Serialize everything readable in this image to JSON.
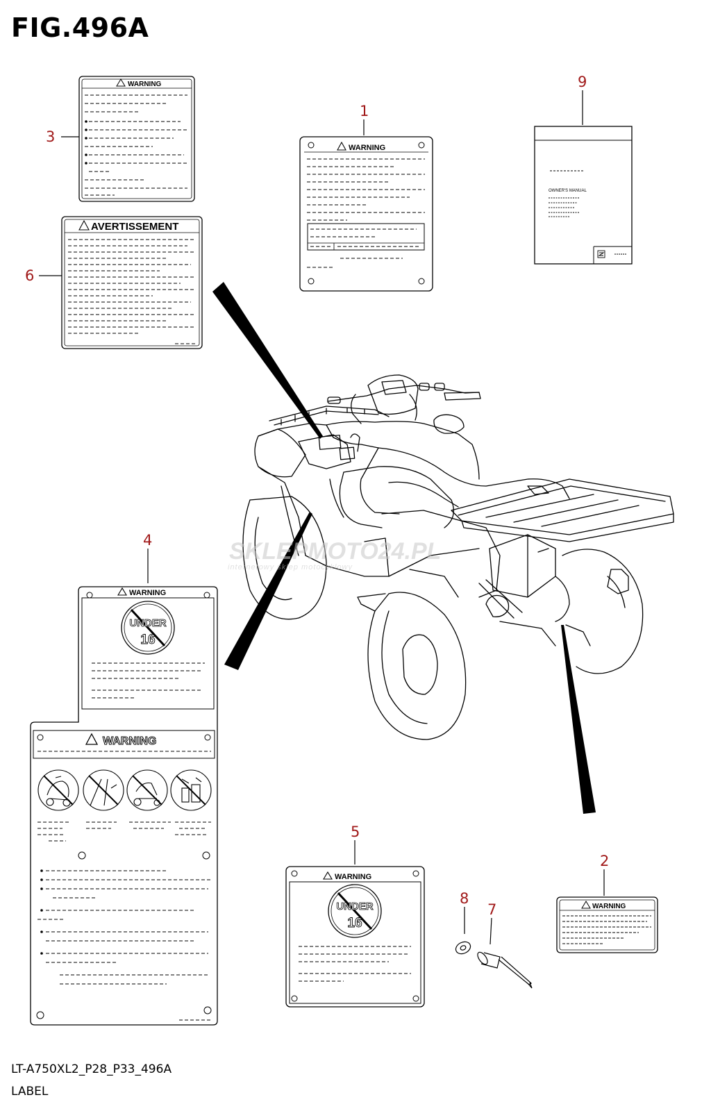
{
  "figure": {
    "title": "FIG.496A",
    "code": "LT-A750XL2_P28_P33_496A",
    "name": "LABEL"
  },
  "callouts": [
    "1",
    "2",
    "3",
    "4",
    "5",
    "6",
    "7",
    "8",
    "9"
  ],
  "labels": {
    "warning": "WARNING",
    "avertissement": "AVERTISSEMENT",
    "under": "UNDER",
    "age": "16",
    "owners_manual": "OWNER'S MANUAL"
  },
  "watermark": {
    "brand": "SKLEPMOTO24.PL",
    "tagline": "internetowy sklep motocyklowy"
  },
  "colors": {
    "callout": "#a01818",
    "line": "#000000",
    "watermark": "#c8c8c8",
    "watermark_accent": "#e89090"
  }
}
